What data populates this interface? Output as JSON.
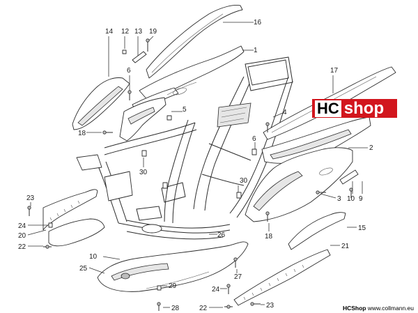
{
  "logo": {
    "hc": "HC",
    "shop": "shop"
  },
  "footer": {
    "brand": "HCShop",
    "site": "www.collmann.eu"
  },
  "callouts": [
    "14",
    "12",
    "13",
    "19",
    "16",
    "1",
    "6",
    "5",
    "17",
    "4",
    "18",
    "6",
    "2",
    "30",
    "30",
    "23",
    "3",
    "10",
    "9",
    "24",
    "20",
    "22",
    "15",
    "18",
    "10",
    "26",
    "21",
    "25",
    "27",
    "29",
    "24",
    "22",
    "28",
    "23"
  ]
}
